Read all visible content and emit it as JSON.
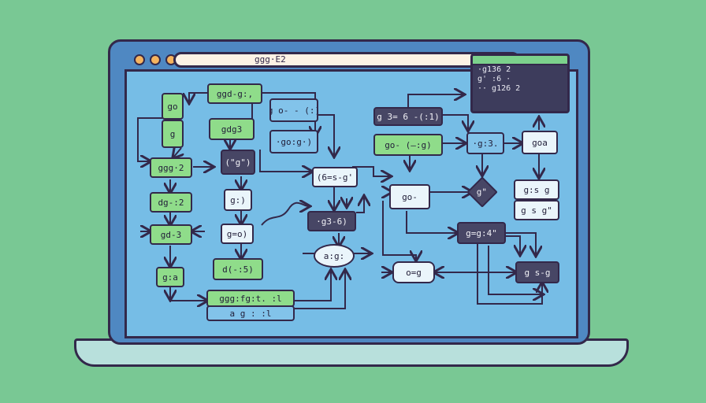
{
  "browser": {
    "url": "ggg·E2"
  },
  "terminal": {
    "lines": [
      "·g136 2",
      "g' :6 ·",
      "·· g126 2"
    ]
  },
  "nodes": {
    "n_go": "go",
    "n_g": "g",
    "n_gg02": "ggg·2",
    "n_dg": "dg-:2",
    "n_gd3": "gd-3",
    "n_ga": "g:a",
    "n_ggd": "ggd-g:,",
    "n_gdg": "gdg3",
    "n_g0": "(\"g\")",
    "n_gcolon": "g:)",
    "n_g0paren": "g=o)",
    "n_d": "d(-:5)",
    "n_box1": "g o- - (:)",
    "n_box2": "·go:g·)",
    "n_6g": "(6=s-g'",
    "n_g3b": "·g3-6)",
    "n_top_mid": "g 3= 6 -(:1)",
    "n_go_mid": "go- (—:g)",
    "n_g3r": "·g:3.",
    "n_goa": "goa",
    "n_go_center": "go-",
    "n_ellipse": "a:g:",
    "n_og": "o=g",
    "n_gg4": "g=g:4\"",
    "n_gsg": "g s-g",
    "n_diamond": "g\"",
    "n_r1": "g:s g",
    "n_r2": "g s g\"",
    "n_b1": "ggg:fg:t. :l",
    "n_b2": "a g : :l"
  }
}
